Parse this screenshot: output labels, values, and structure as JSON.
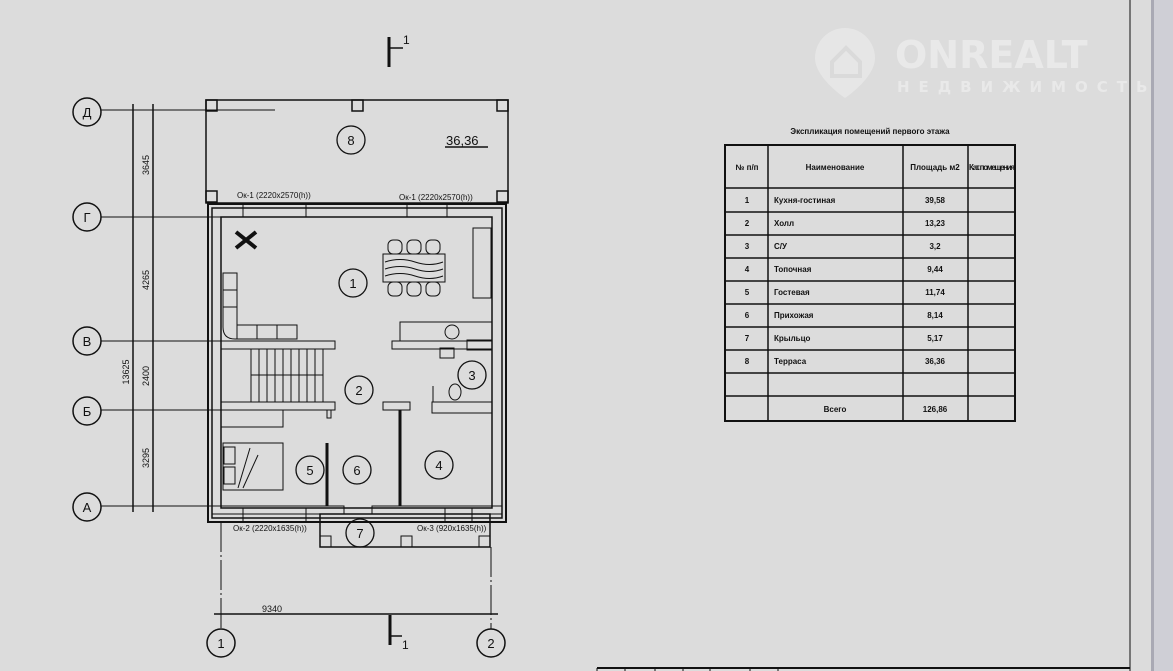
{
  "watermark": {
    "brand": "ONREALT",
    "tagline": "НЕДВИЖИМОСТЬ"
  },
  "plan": {
    "section_mark": "1",
    "axes_letters": [
      "Д",
      "Г",
      "В",
      "Б",
      "А"
    ],
    "axes_numbers": [
      "1",
      "2"
    ],
    "dims_vertical": [
      "3645",
      "4265",
      "2400",
      "3295"
    ],
    "dim_total_vertical": "13625",
    "dim_horizontal": "9340",
    "terrace_area": "36,36",
    "room_numbers": [
      "1",
      "2",
      "3",
      "4",
      "5",
      "6",
      "7",
      "8"
    ],
    "windows": {
      "ok1_left": "Ок-1 (2220x2570(h))",
      "ok1_right": "Ок-1 (2220x2570(h))",
      "ok2": "Ок-2 (2220x1635(h))",
      "ok3": "Ок-3 (920x1635(h))"
    }
  },
  "table": {
    "title": "Экспликация помещений первого этажа",
    "headers": [
      "№ п/п",
      "Наименование",
      "Площадь м2",
      "Кат. помещения"
    ],
    "rows": [
      [
        "1",
        "Кухня-гостиная",
        "39,58",
        ""
      ],
      [
        "2",
        "Холл",
        "13,23",
        ""
      ],
      [
        "3",
        "С/У",
        "3,2",
        ""
      ],
      [
        "4",
        "Топочная",
        "9,44",
        ""
      ],
      [
        "5",
        "Гостевая",
        "11,74",
        ""
      ],
      [
        "6",
        "Прихожая",
        "8,14",
        ""
      ],
      [
        "7",
        "Крыльцо",
        "5,17",
        ""
      ],
      [
        "8",
        "Терраса",
        "36,36",
        ""
      ]
    ],
    "total_label": "Всего",
    "total_value": "126,86"
  },
  "colors": {
    "background": "#dcdcdc",
    "lines": "#111111"
  }
}
